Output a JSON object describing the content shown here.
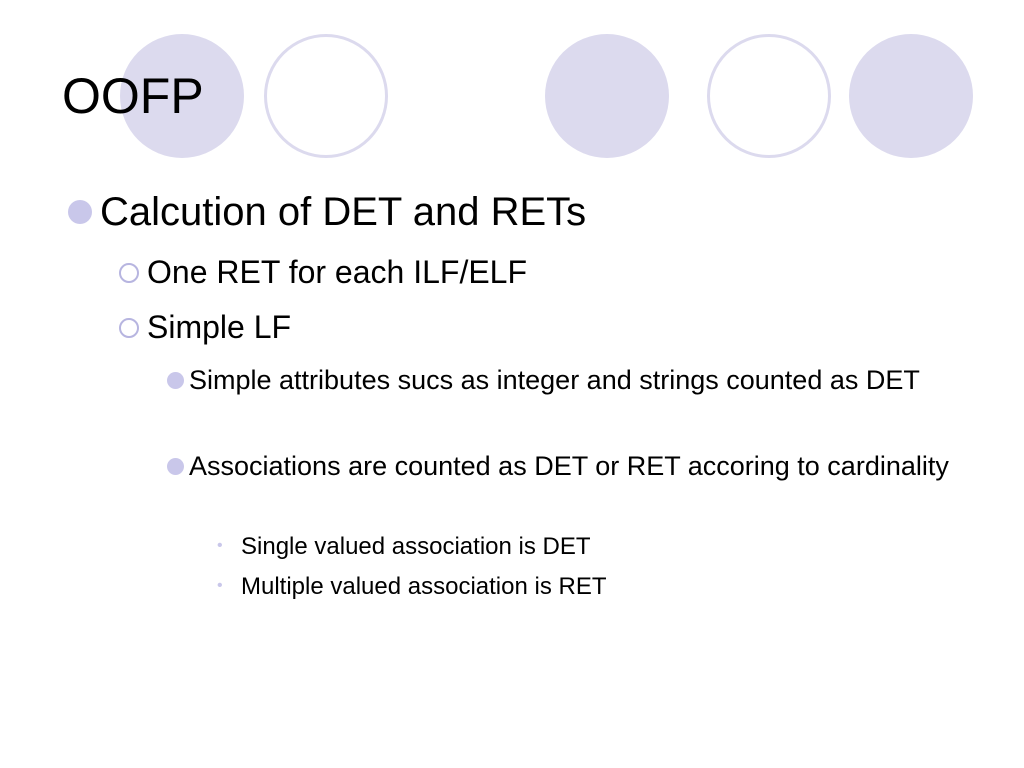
{
  "slide": {
    "title": "OOFP",
    "bullets": [
      "Calcution of DET and RETs",
      "One RET for each ILF/ELF",
      "Simple LF",
      "Simple attributes sucs as integer and strings counted as DET",
      "Associations are counted as DET or RET accoring to cardinality",
      "Single valued association is DET",
      "Multiple valued association is RET"
    ]
  },
  "theme": {
    "circle_color": "#dcdaee",
    "bullet_color": "#c9c7ea",
    "text_color": "#000000"
  }
}
